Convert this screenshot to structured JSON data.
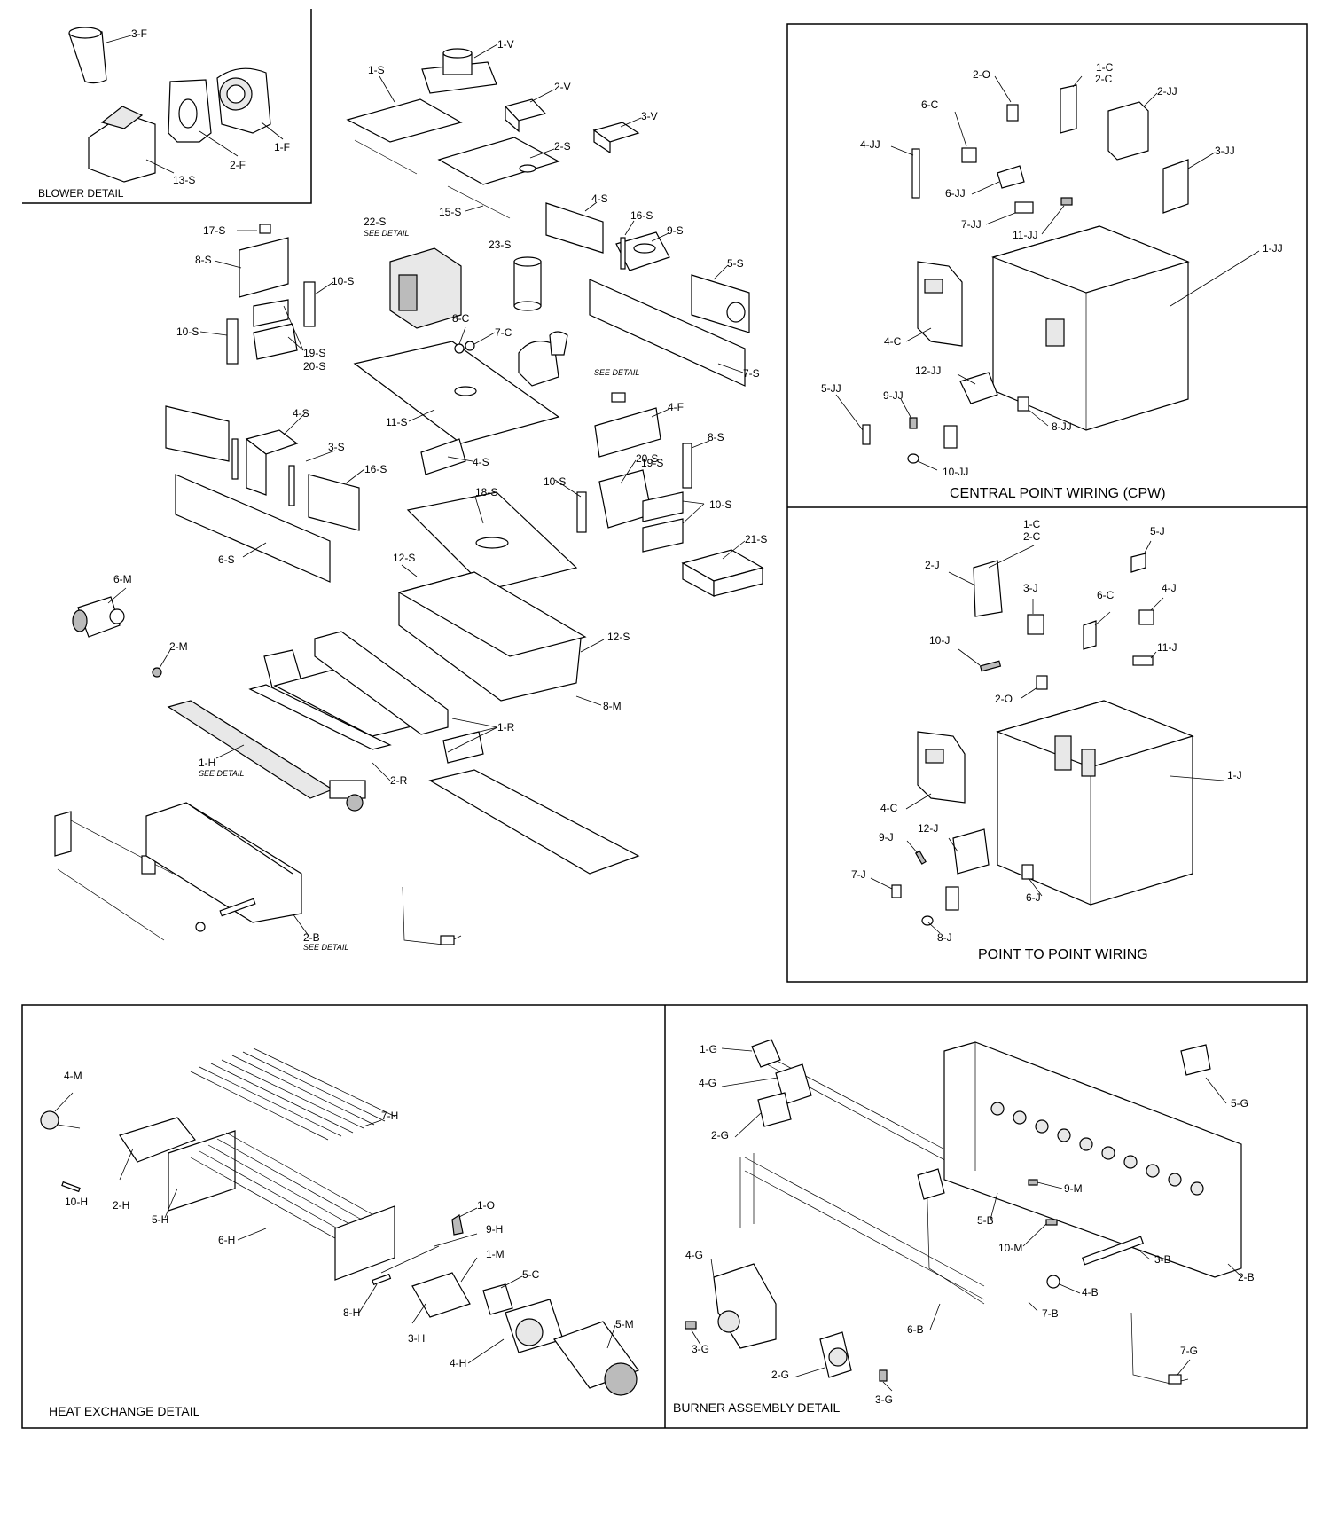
{
  "sections": {
    "blower": "BLOWER DETAIL",
    "cpw": "CENTRAL POINT WIRING (CPW)",
    "ptp": "POINT TO POINT WIRING",
    "heat": "HEAT EXCHANGE DETAIL",
    "burner": "BURNER ASSEMBLY DETAIL"
  },
  "see_detail": "SEE DETAIL",
  "labels": {
    "blower": [
      "3-F",
      "2-F",
      "1-F",
      "13-S"
    ],
    "main": [
      "1-V",
      "1-S",
      "2-V",
      "3-V",
      "2-S",
      "15-S",
      "4-S",
      "16-S",
      "9-S",
      "17-S",
      "8-S",
      "22-S",
      "23-S",
      "5-S",
      "10-S",
      "10-S",
      "19-S",
      "20-S",
      "8-C",
      "7-C",
      "7-S",
      "11-S",
      "4-S",
      "3-S",
      "16-S",
      "4-S",
      "4-F",
      "8-S",
      "10-S",
      "20-S",
      "10-S",
      "19-S",
      "18-S",
      "21-S",
      "6-S",
      "6-M",
      "12-S",
      "2-M",
      "12-S",
      "8-M",
      "1-R",
      "1-H",
      "2-R",
      "2-B"
    ],
    "cpw": [
      "2-O",
      "1-C",
      "2-C",
      "2-JJ",
      "6-C",
      "4-JJ",
      "3-JJ",
      "6-JJ",
      "7-JJ",
      "11-JJ",
      "1-JJ",
      "4-C",
      "12-JJ",
      "5-JJ",
      "9-JJ",
      "8-JJ",
      "10-JJ"
    ],
    "ptp": [
      "1-C",
      "2-C",
      "5-J",
      "2-J",
      "3-J",
      "6-C",
      "4-J",
      "10-J",
      "11-J",
      "2-O",
      "1-J",
      "4-C",
      "12-J",
      "9-J",
      "7-J",
      "6-J",
      "8-J"
    ],
    "heat": [
      "4-M",
      "7-H",
      "10-H",
      "2-H",
      "5-H",
      "6-H",
      "1-O",
      "9-H",
      "1-M",
      "5-C",
      "8-H",
      "3-H",
      "4-H",
      "5-M"
    ],
    "burner": [
      "1-G",
      "4-G",
      "2-G",
      "5-G",
      "5-B",
      "9-M",
      "10-M",
      "3-B",
      "2-B",
      "4-B",
      "7-B",
      "6-B",
      "4-G",
      "3-G",
      "2-G",
      "3-G",
      "7-G"
    ]
  }
}
